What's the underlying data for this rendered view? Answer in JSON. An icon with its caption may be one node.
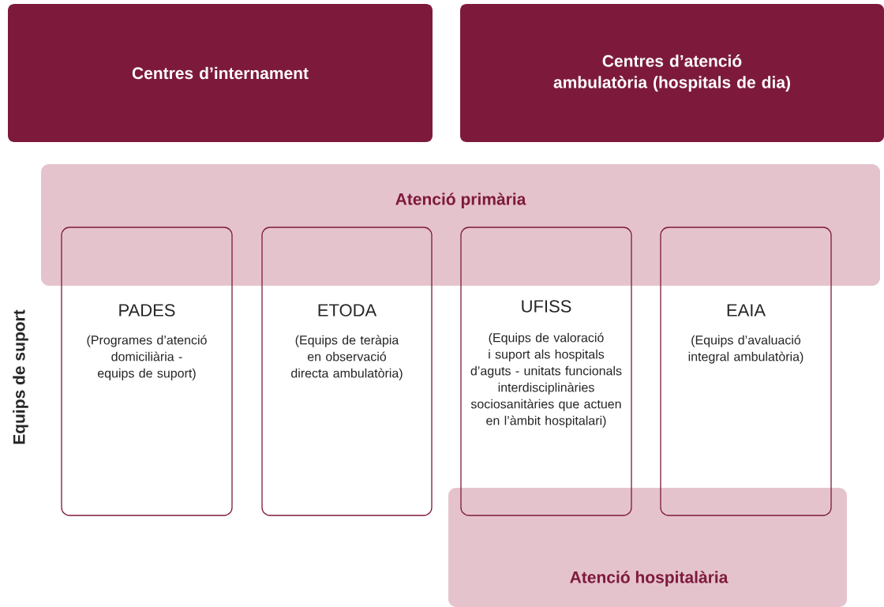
{
  "diagram": {
    "nodes": [
      {
        "text": [
          "Centres d’internament"
        ]
      },
      {
        "text": [
          "Centres d’atenció ambulatòria (hospitals de dia)"
        ]
      },
      {
        "text": [
          "Atenció primària"
        ]
      },
      {
        "text": [
          "Atenció hospitalària"
        ]
      },
      {
        "text": [
          "PADES",
          "(Programes d’atenció domiciliària - equips de suport)"
        ]
      },
      {
        "text": [
          "ETODA",
          "(Equips de teràpia en observació directa ambulatòria)"
        ]
      },
      {
        "text": [
          "UFISS",
          "(Equips de valoració i suport als hospitals d’aguts - unitats funcionals interdisciplinàries sociosanitàries que actuen en l’àmbit hospitalari)"
        ]
      },
      {
        "text": [
          "EAIA",
          "(Equips d’avaluació integral ambulatòria)"
        ]
      }
    ],
    "labels": [
      "Equips de suport"
    ]
  }
}
